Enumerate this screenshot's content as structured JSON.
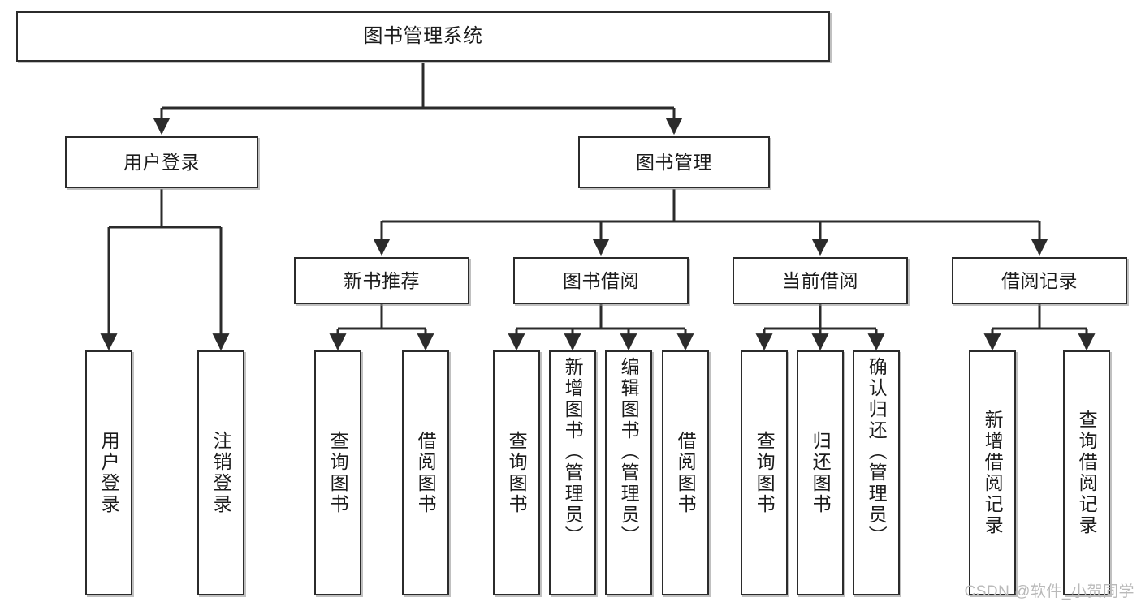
{
  "diagram": {
    "title": "图书管理系统",
    "type": "tree-hierarchy-chart",
    "watermark": "CSDN @软件_小贺同学",
    "colors": {
      "box_border": "#2b2b2b",
      "box_fill": "#ffffff",
      "connector": "#2b2b2b",
      "canvas": "#ffffff",
      "watermark": "#b9b9b9"
    },
    "root": {
      "label": "图书管理系统"
    },
    "level2": [
      {
        "label": "用户登录"
      },
      {
        "label": "图书管理"
      }
    ],
    "level3": [
      {
        "label": "新书推荐"
      },
      {
        "label": "图书借阅"
      },
      {
        "label": "当前借阅"
      },
      {
        "label": "借阅记录"
      }
    ],
    "leaves": {
      "user_login": [
        {
          "label": "用户登录"
        },
        {
          "label": "注销登录"
        }
      ],
      "new_book_recommend": [
        {
          "label": "查询图书"
        },
        {
          "label": "借阅图书"
        }
      ],
      "book_borrow": [
        {
          "label": "查询图书"
        },
        {
          "label": "新增图书（管理员）"
        },
        {
          "label": "编辑图书（管理员）"
        },
        {
          "label": "借阅图书"
        }
      ],
      "current_borrow": [
        {
          "label": "查询图书"
        },
        {
          "label": "归还图书"
        },
        {
          "label": "确认归还（管理员）"
        }
      ],
      "borrow_record": [
        {
          "label": "新增借阅记录"
        },
        {
          "label": "查询借阅记录"
        }
      ]
    }
  }
}
